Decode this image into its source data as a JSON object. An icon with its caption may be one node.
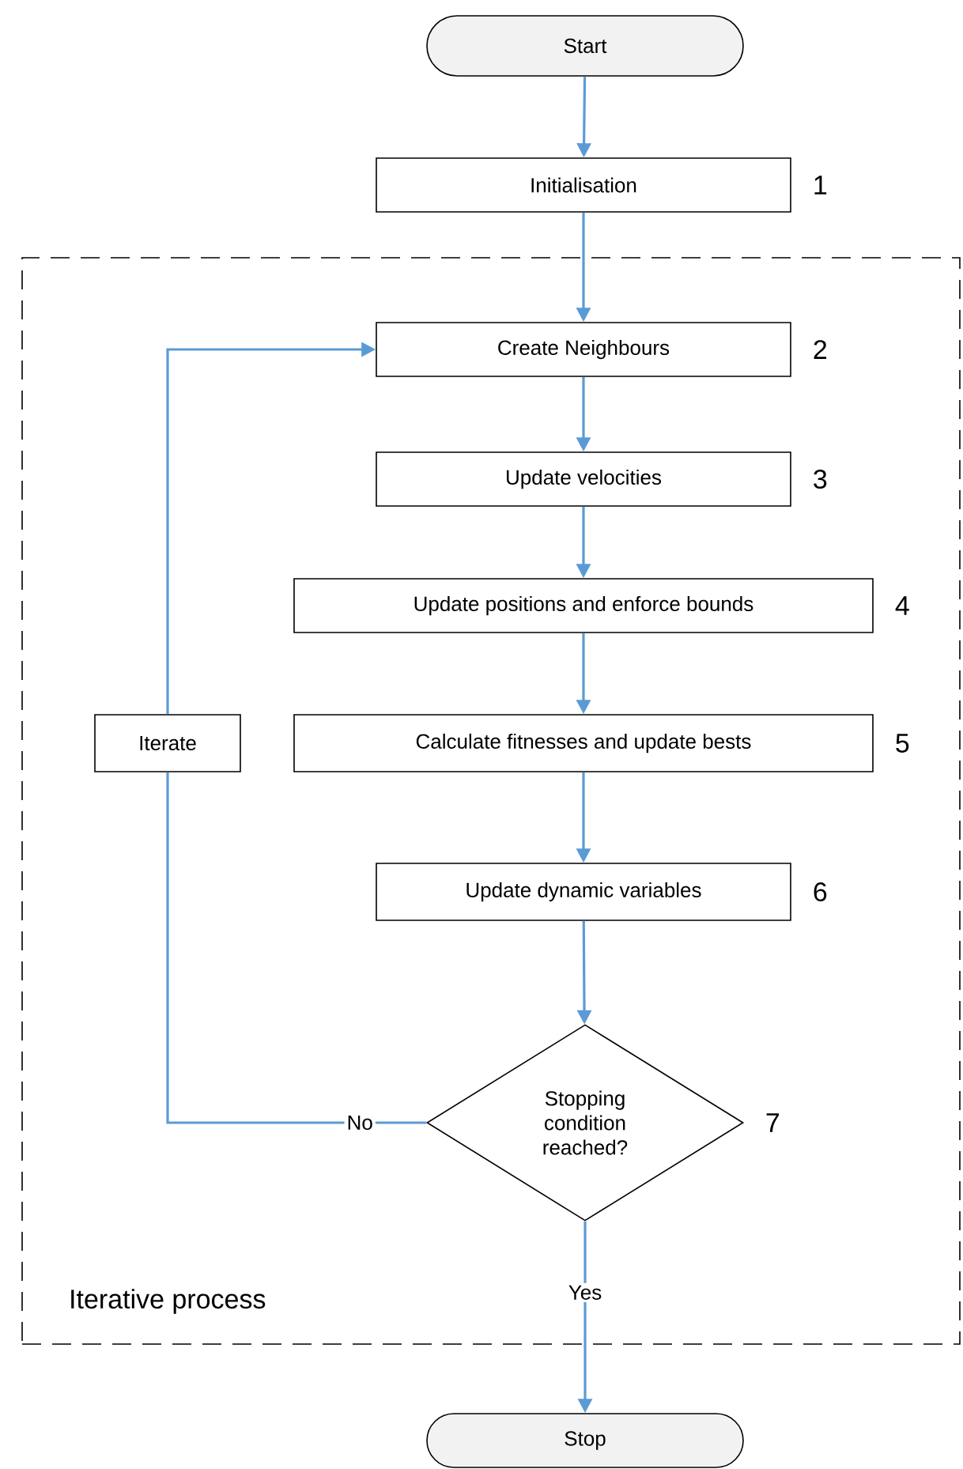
{
  "diagram": {
    "nodes": [
      {
        "text": [
          "Start"
        ]
      },
      {
        "text": [
          "Initialisation"
        ],
        "beside": [
          "1"
        ]
      },
      {
        "text": [
          "Iterative process"
        ]
      },
      {
        "text": [
          "Create Neighbours"
        ],
        "beside": [
          "2"
        ],
        "in": 2
      },
      {
        "text": [
          "Update velocities"
        ],
        "beside": [
          "3"
        ],
        "in": 2
      },
      {
        "text": [
          "Update positions and enforce bounds"
        ],
        "beside": [
          "4"
        ],
        "in": 2
      },
      {
        "text": [
          "Calculate fitnesses and update bests"
        ],
        "beside": [
          "5"
        ],
        "in": 2
      },
      {
        "text": [
          "Update dynamic variables"
        ],
        "beside": [
          "6"
        ],
        "in": 2
      },
      {
        "text": [
          "Stopping condition reached?"
        ],
        "beside": [
          "7"
        ],
        "in": 2
      },
      {
        "text": [
          "Iterate"
        ],
        "in": 2
      },
      {
        "text": [
          "Stop"
        ]
      }
    ],
    "edges": [
      {
        "from": 0,
        "to": 1,
        "arrow": "to"
      },
      {
        "from": 1,
        "to": 3,
        "arrow": "to"
      },
      {
        "from": 3,
        "to": 4,
        "arrow": "to"
      },
      {
        "from": 4,
        "to": 5,
        "arrow": "to"
      },
      {
        "from": 5,
        "to": 6,
        "arrow": "to"
      },
      {
        "from": 6,
        "to": 7,
        "arrow": "to"
      },
      {
        "from": 7,
        "to": 8,
        "arrow": "to"
      },
      {
        "from": 8,
        "to": 9,
        "arrow": "none",
        "label": "No"
      },
      {
        "from": 9,
        "to": 3,
        "arrow": "to"
      },
      {
        "from": 8,
        "to": 10,
        "arrow": "to",
        "label": "Yes"
      }
    ]
  }
}
